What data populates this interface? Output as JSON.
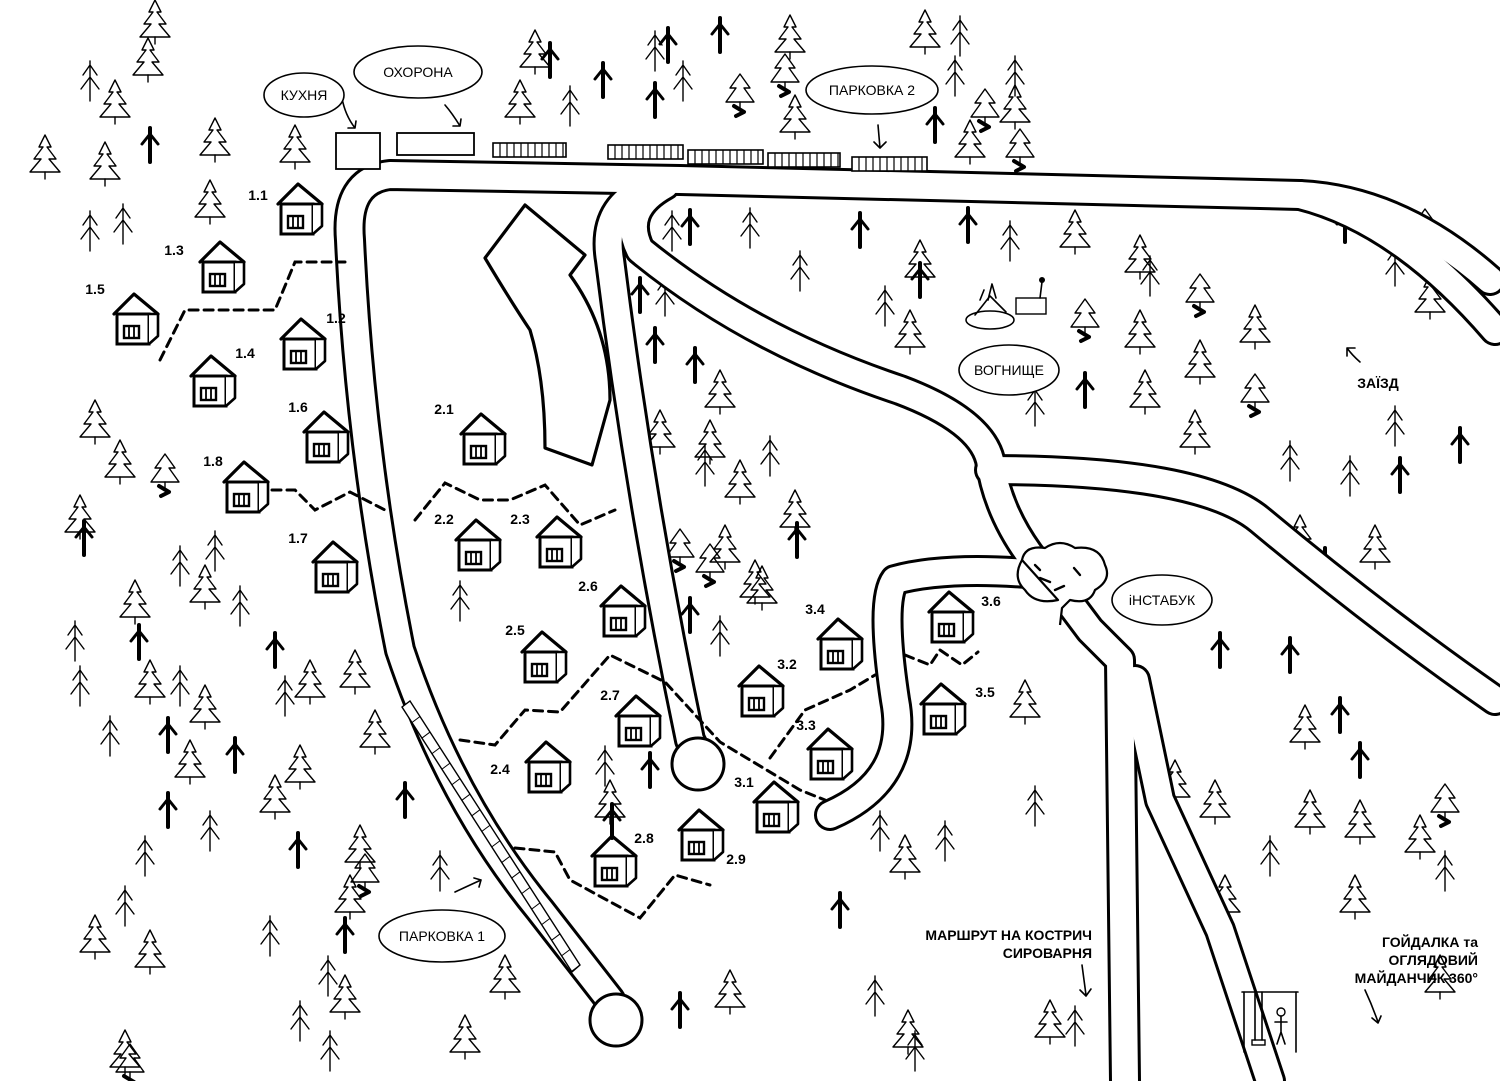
{
  "map": {
    "labels": {
      "kitchen": "КУХНЯ",
      "security": "ОХОРОНА",
      "parking2": "ПАРКОВКА 2",
      "parking1": "ПАРКОВКА 1",
      "fireplace": "ВОГНИЩЕ",
      "entrance": "ЗАЇЗД",
      "instabook": "іНСТАБУК",
      "route": [
        "МАРШРУТ НА КОСТРИЧ",
        "СИРОВАРНЯ"
      ],
      "swing": [
        "ГОЙДАЛКА та",
        "ОГЛЯДОВИЙ",
        "МАЙДАНЧИК 360°"
      ]
    },
    "cabins": [
      "1.1",
      "1.2",
      "1.3",
      "1.4",
      "1.5",
      "1.6",
      "1.7",
      "1.8",
      "2.1",
      "2.2",
      "2.3",
      "2.4",
      "2.5",
      "2.6",
      "2.7",
      "2.8",
      "2.9",
      "3.1",
      "3.2",
      "3.3",
      "3.4",
      "3.5",
      "3.6"
    ]
  }
}
